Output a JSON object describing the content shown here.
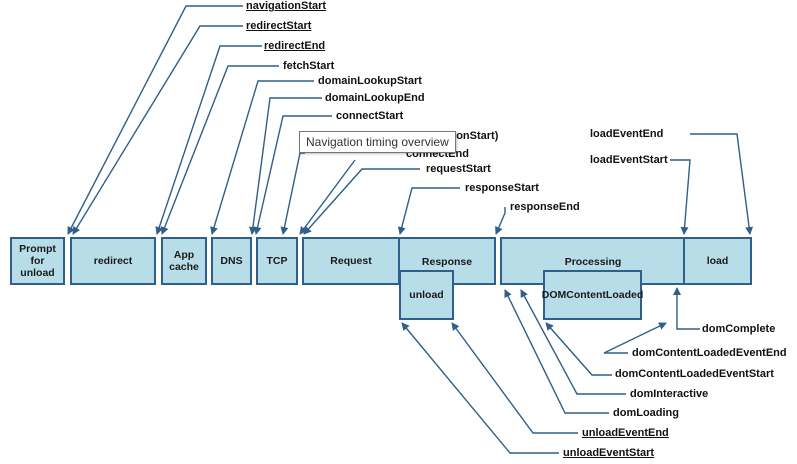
{
  "tooltip": "Navigation timing overview",
  "phases": {
    "prompt_for_unload": "Prompt\nfor\nunload",
    "redirect": "redirect",
    "app_cache": "App\ncache",
    "dns": "DNS",
    "tcp": "TCP",
    "request": "Request",
    "response": "Response",
    "unload": "unload",
    "processing": "Processing",
    "dom_content_loaded": "DOMContentLoaded",
    "load": "load"
  },
  "events": {
    "navigation_start": "navigationStart",
    "redirect_start": "redirectStart",
    "redirect_end": "redirectEnd",
    "fetch_start": "fetchStart",
    "domain_lookup_start": "domainLookupStart",
    "domain_lookup_end": "domainLookupEnd",
    "connect_start": "connectStart",
    "secure_connection_start": "(secureConnectionStart)",
    "connect_end": "connectEnd",
    "request_start": "requestStart",
    "response_start": "responseStart",
    "response_end": "responseEnd",
    "load_event_end": "loadEventEnd",
    "load_event_start": "loadEventStart",
    "dom_complete": "domComplete",
    "dom_content_loaded_event_end": "domContentLoadedEventEnd",
    "dom_content_loaded_event_start": "domContentLoadedEventStart",
    "dom_interactive": "domInteractive",
    "dom_loading": "domLoading",
    "unload_event_end": "unloadEventEnd",
    "unload_event_start": "unloadEventStart"
  },
  "colors": {
    "box_fill": "#b7dde8",
    "box_border": "#2f5f8a",
    "arrow": "#2f5f8a"
  }
}
